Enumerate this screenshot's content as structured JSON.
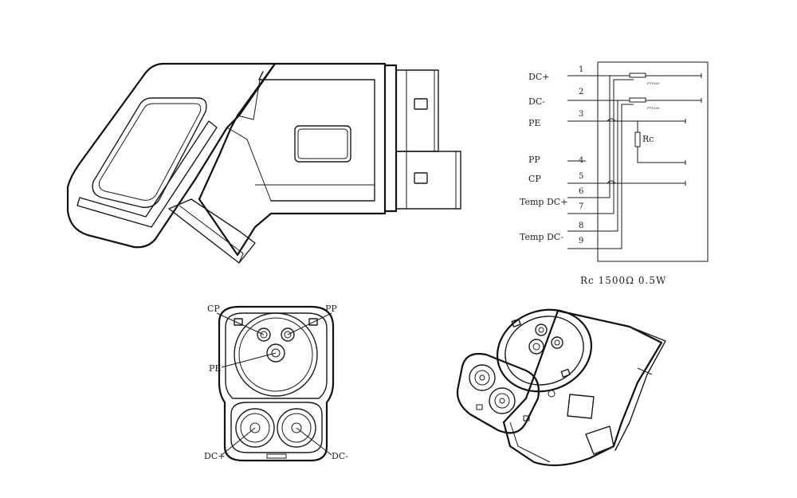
{
  "wiring": {
    "signals": {
      "dc_plus": "DC+",
      "dc_minus": "DC-",
      "pe": "PE",
      "pp": "PP",
      "cp": "CP",
      "temp_dc_plus": "Temp  DC+",
      "temp_dc_minus": "Temp  DC-"
    },
    "pins": [
      "1",
      "2",
      "3",
      "4",
      "5",
      "6",
      "7",
      "8",
      "9"
    ],
    "pt_label_1": "PT1000",
    "pt_label_2": "PT1000",
    "resistor_label": "Rc",
    "note": "Rc 1500Ω  0.5W"
  },
  "face": {
    "cp": "CP",
    "pp": "PP",
    "pe": "PE",
    "dc_plus": "DC+",
    "dc_minus": "DC-"
  }
}
